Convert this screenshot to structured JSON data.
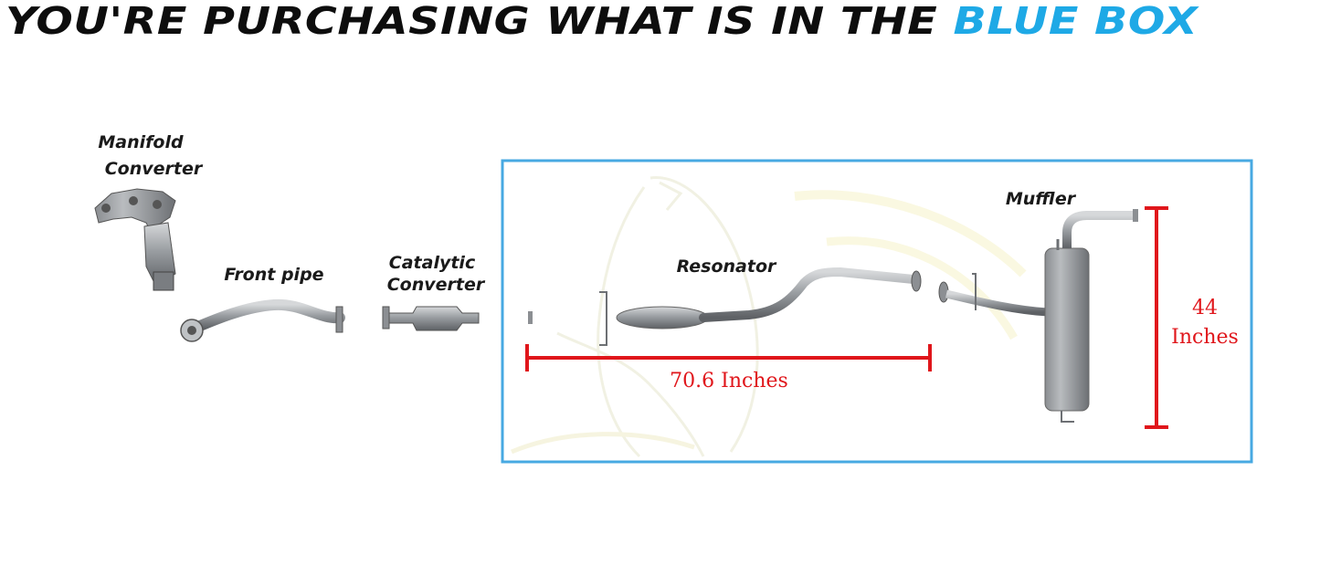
{
  "headline": {
    "dark_text": "YOU'RE PURCHASING WHAT IS IN THE",
    "blue_text": "BLUE BOX"
  },
  "colors": {
    "blue": "#1ea9e6",
    "box_border": "#47a9e2",
    "measure_red": "#e0161b",
    "text": "#1a1a1a",
    "part_gray": "#9a9ea2"
  },
  "parts": {
    "manifold_line1": "Manifold",
    "manifold_line2": "Converter",
    "front_pipe": "Front pipe",
    "catalytic_line1": "Catalytic",
    "catalytic_line2": "Converter",
    "resonator": "Resonator",
    "muffler": "Muffler"
  },
  "measurements": {
    "length": "70.6 Inches",
    "height_line1": "44",
    "height_line2": "Inches"
  }
}
